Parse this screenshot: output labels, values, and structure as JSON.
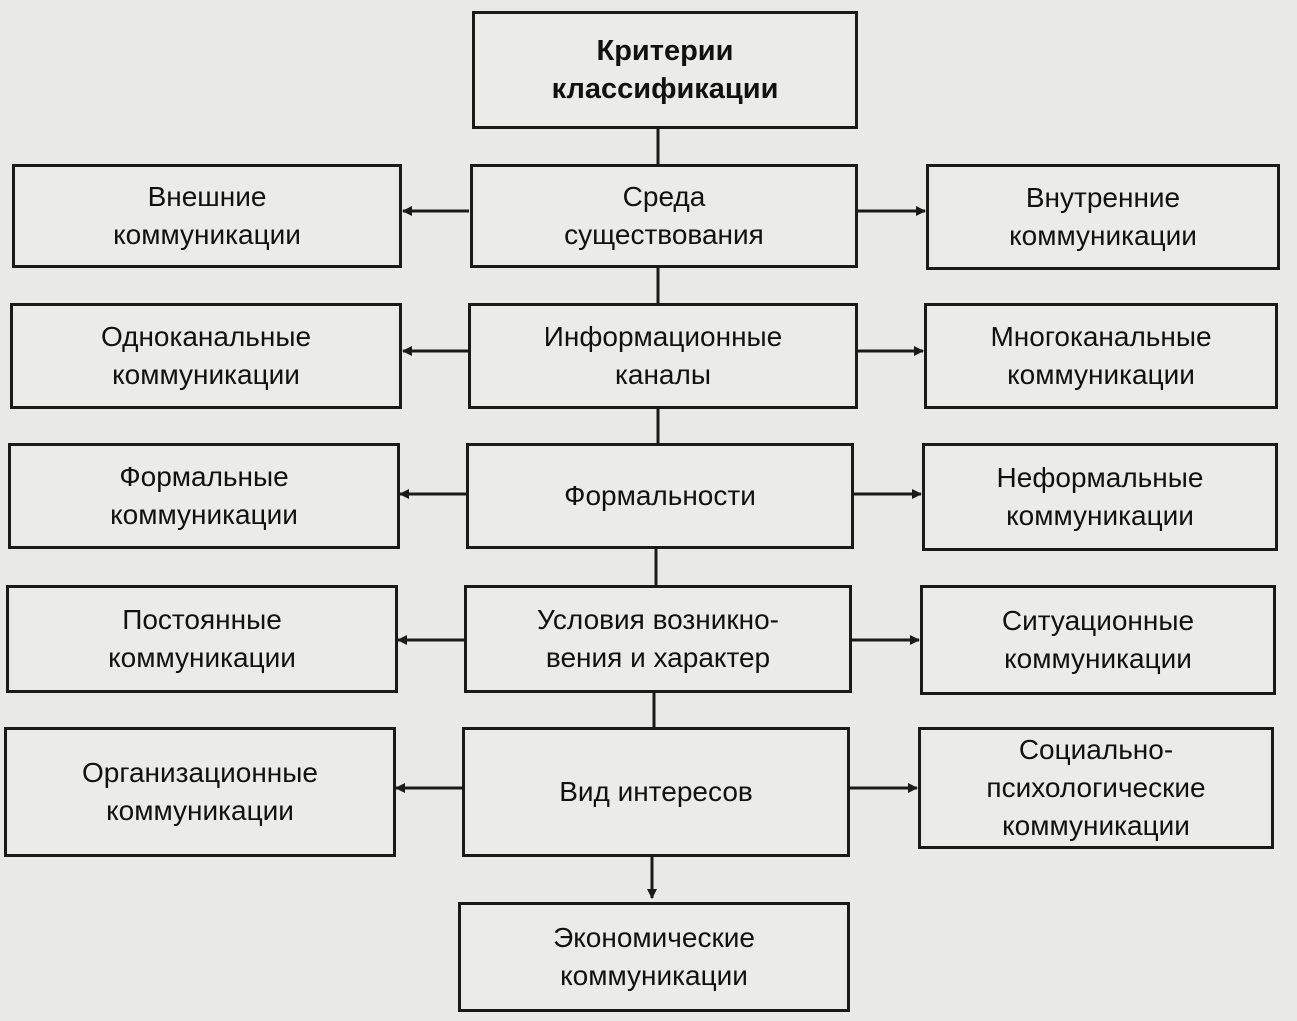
{
  "title": "Критерии\nклассификации",
  "rows": [
    {
      "left": "Внешние\nкоммуникации",
      "center": "Среда\nсуществования",
      "right": "Внутренние\nкоммуникации"
    },
    {
      "left": "Одноканальные\nкоммуникации",
      "center": "Информационные\nканалы",
      "right": "Многоканальные\nкоммуникации"
    },
    {
      "left": "Формальные\nкоммуникации",
      "center": "Формальности",
      "right": "Неформальные\nкоммуникации"
    },
    {
      "left": "Постоянные\nкоммуникации",
      "center": "Условия возникно-\nвения и характер",
      "right": "Ситуационные\nкоммуникации"
    },
    {
      "left": "Организационные\nкоммуникации",
      "center": "Вид интересов",
      "right": "Социально-\nпсихологические\nкоммуникации"
    }
  ],
  "bottom": "Экономические\nкоммуникации"
}
